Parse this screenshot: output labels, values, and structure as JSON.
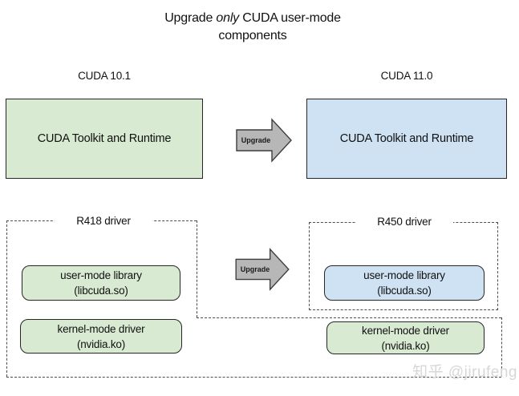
{
  "title": {
    "part1": "Upgrade ",
    "part2_italic": "only",
    "part3": " CUDA user-mode",
    "line2": "components"
  },
  "top_row": {
    "left": {
      "heading": "CUDA 10.1",
      "box_label": "CUDA Toolkit and Runtime"
    },
    "right": {
      "heading": "CUDA 11.0",
      "box_label": "CUDA Toolkit and Runtime"
    },
    "arrow_label": "Upgrade"
  },
  "bottom_row": {
    "arrow_label": "Upgrade",
    "left": {
      "container_label": "R418 driver",
      "boxes": [
        {
          "line1": "user-mode library",
          "line2": "(libcuda.so)"
        },
        {
          "line1": "kernel-mode driver",
          "line2": "(nvidia.ko)"
        }
      ]
    },
    "right": {
      "container_label": "R450 driver",
      "boxes": [
        {
          "line1": "user-mode library",
          "line2": "(libcuda.so)"
        },
        {
          "line1": "kernel-mode driver",
          "line2": "(nvidia.ko)"
        }
      ]
    }
  },
  "watermark": "知乎 @jirufeng",
  "colors": {
    "green_fill": "#d9ead3",
    "blue_fill": "#cfe2f3",
    "arrow_fill": "#b7b7b7",
    "box_border": "#262626",
    "dashed_line": "#4d4d4d",
    "text_color": "#111111",
    "watermark_color": "#d7d7d7"
  }
}
